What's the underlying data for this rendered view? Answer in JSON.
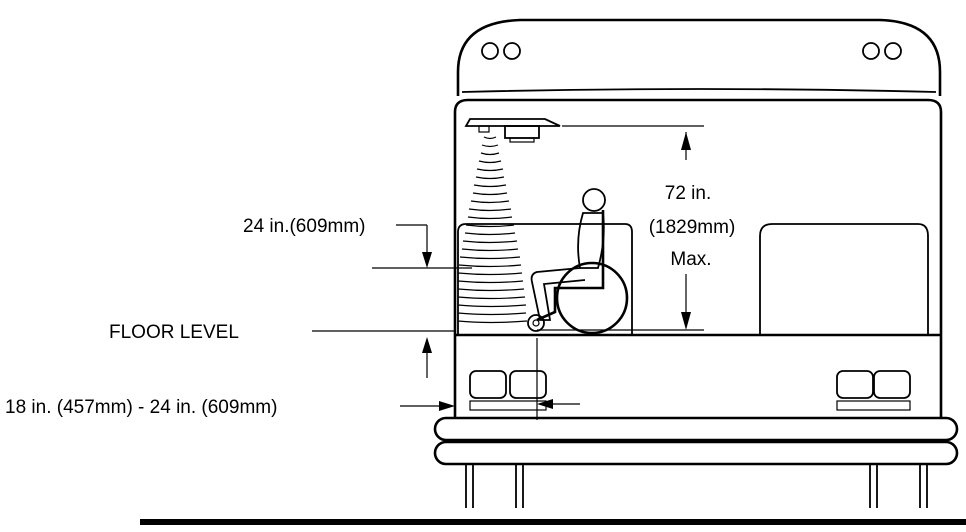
{
  "labels": {
    "ramp_height": "24 in.(609mm)",
    "floor_level": "FLOOR LEVEL",
    "side_clearance": "18 in. (457mm) - 24 in. (609mm)",
    "height_value": "72 in.",
    "height_metric": "(1829mm)",
    "height_qualifier": "Max."
  },
  "colors": {
    "line": "#000000",
    "background": "#ffffff"
  }
}
